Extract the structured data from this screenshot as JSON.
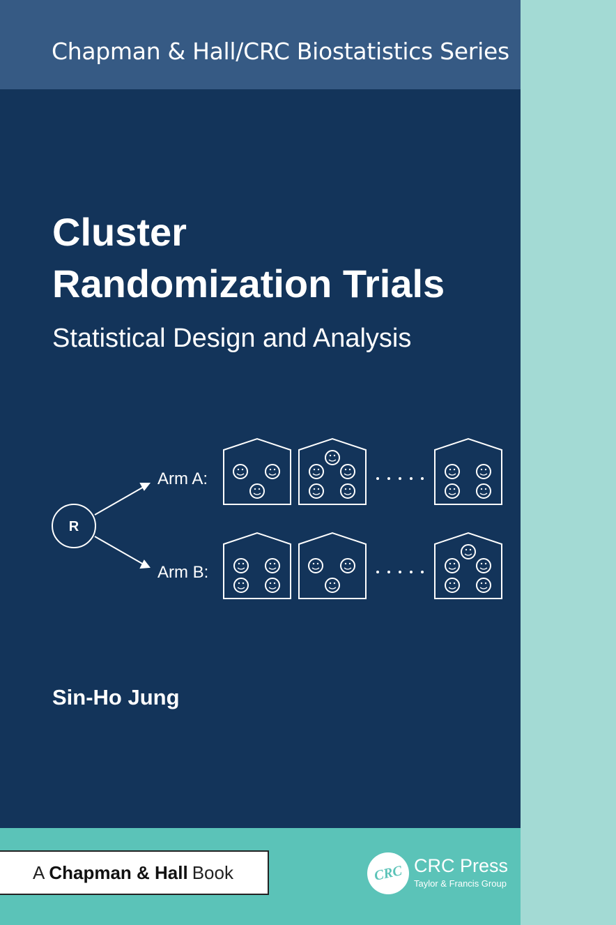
{
  "series": "Chapman & Hall/CRC Biostatistics Series",
  "title_line1": "Cluster",
  "title_line2": "Randomization Trials",
  "subtitle": "Statistical Design and Analysis",
  "diagram": {
    "randomizer": "R",
    "arm_a": "Arm A:",
    "arm_b": "Arm B:",
    "arm_a_cluster_sizes": [
      3,
      5,
      4
    ],
    "arm_b_cluster_sizes": [
      4,
      3,
      5
    ]
  },
  "author": "Sin-Ho Jung",
  "imprint": {
    "prefix": "A",
    "name": "Chapman & Hall",
    "suffix": "Book"
  },
  "publisher": {
    "logo": "CRC",
    "name": "CRC Press",
    "group": "Taylor & Francis Group"
  },
  "colors": {
    "band": "#365a84",
    "main": "#13345a",
    "teal": "#5bc3b8",
    "side": "#a3dad4"
  }
}
